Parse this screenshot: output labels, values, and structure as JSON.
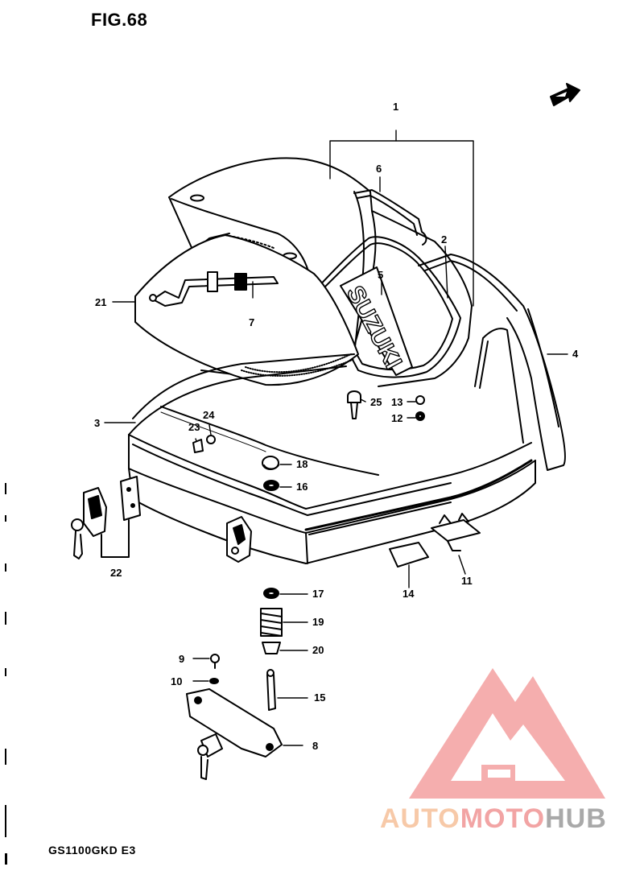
{
  "figure": {
    "title": "FIG.68",
    "footer_model": "GS1100GKD E3",
    "emblem_text": "SUZUKI"
  },
  "callouts": [
    {
      "id": "1",
      "label": "1"
    },
    {
      "id": "2",
      "label": "2"
    },
    {
      "id": "3",
      "label": "3"
    },
    {
      "id": "4",
      "label": "4"
    },
    {
      "id": "5",
      "label": "5"
    },
    {
      "id": "6",
      "label": "6"
    },
    {
      "id": "7",
      "label": "7"
    },
    {
      "id": "8",
      "label": "8"
    },
    {
      "id": "9",
      "label": "9"
    },
    {
      "id": "10",
      "label": "10"
    },
    {
      "id": "11",
      "label": "11"
    },
    {
      "id": "12",
      "label": "12"
    },
    {
      "id": "13",
      "label": "13"
    },
    {
      "id": "14",
      "label": "14"
    },
    {
      "id": "15",
      "label": "15"
    },
    {
      "id": "16",
      "label": "16"
    },
    {
      "id": "17",
      "label": "17"
    },
    {
      "id": "18",
      "label": "18"
    },
    {
      "id": "19",
      "label": "19"
    },
    {
      "id": "20",
      "label": "20"
    },
    {
      "id": "21",
      "label": "21"
    },
    {
      "id": "22",
      "label": "22"
    },
    {
      "id": "23",
      "label": "23"
    },
    {
      "id": "24",
      "label": "24"
    },
    {
      "id": "25",
      "label": "25"
    }
  ],
  "watermark": {
    "part_a": "AUTO",
    "part_b": "MOTO",
    "part_c": "HUB",
    "color_logo": "#f4a0a0"
  }
}
